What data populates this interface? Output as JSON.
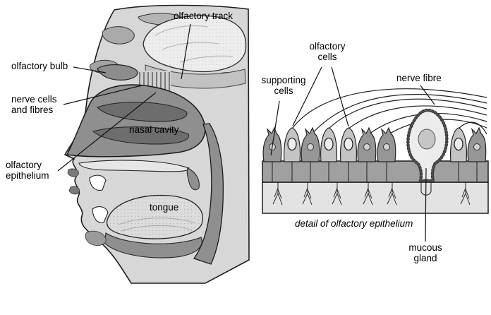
{
  "figure": {
    "head_section": {
      "olfactory_track": "olfactory track",
      "olfactory_bulb": "olfactory bulb",
      "nerve_cells_and_fibres": "nerve cells\nand fibres",
      "nasal_cavity": "nasal cavity",
      "olfactory_epithelium": "olfactory\nepithelium",
      "tongue": "tongue"
    },
    "epithelium_detail": {
      "supporting_cells": "supporting\ncells",
      "olfactory_cells": "olfactory\ncells",
      "nerve_fibre": "nerve fibre",
      "mucous_gland": "mucous\ngland",
      "caption": "detail of olfactory epithelium"
    },
    "palette": {
      "background": "#ffffff",
      "head_base": "#d7d7d7",
      "cavity_gray": "#8f8f8f",
      "band_dark": "#a0a0a0",
      "band_light": "#e3e3e3",
      "ink": "#111111"
    }
  }
}
